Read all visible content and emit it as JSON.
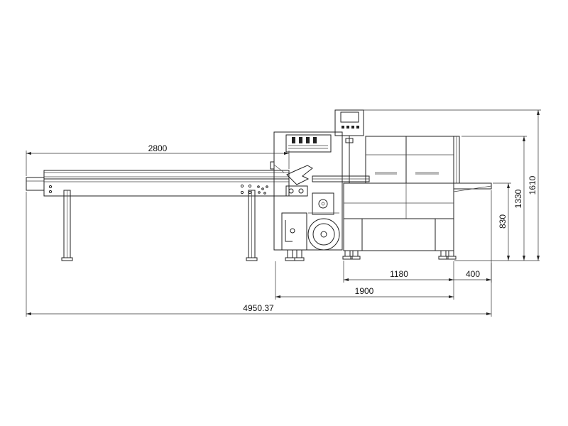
{
  "dimensions": {
    "conveyor_length": "2800",
    "total_length": "4950.37",
    "base_length": "1900",
    "body_length": "1180",
    "outfeed_length": "400",
    "height_worktable": "830",
    "height_top": "1330",
    "height_overall": "1610"
  },
  "colors": {
    "line": "#222222",
    "background": "#ffffff"
  }
}
